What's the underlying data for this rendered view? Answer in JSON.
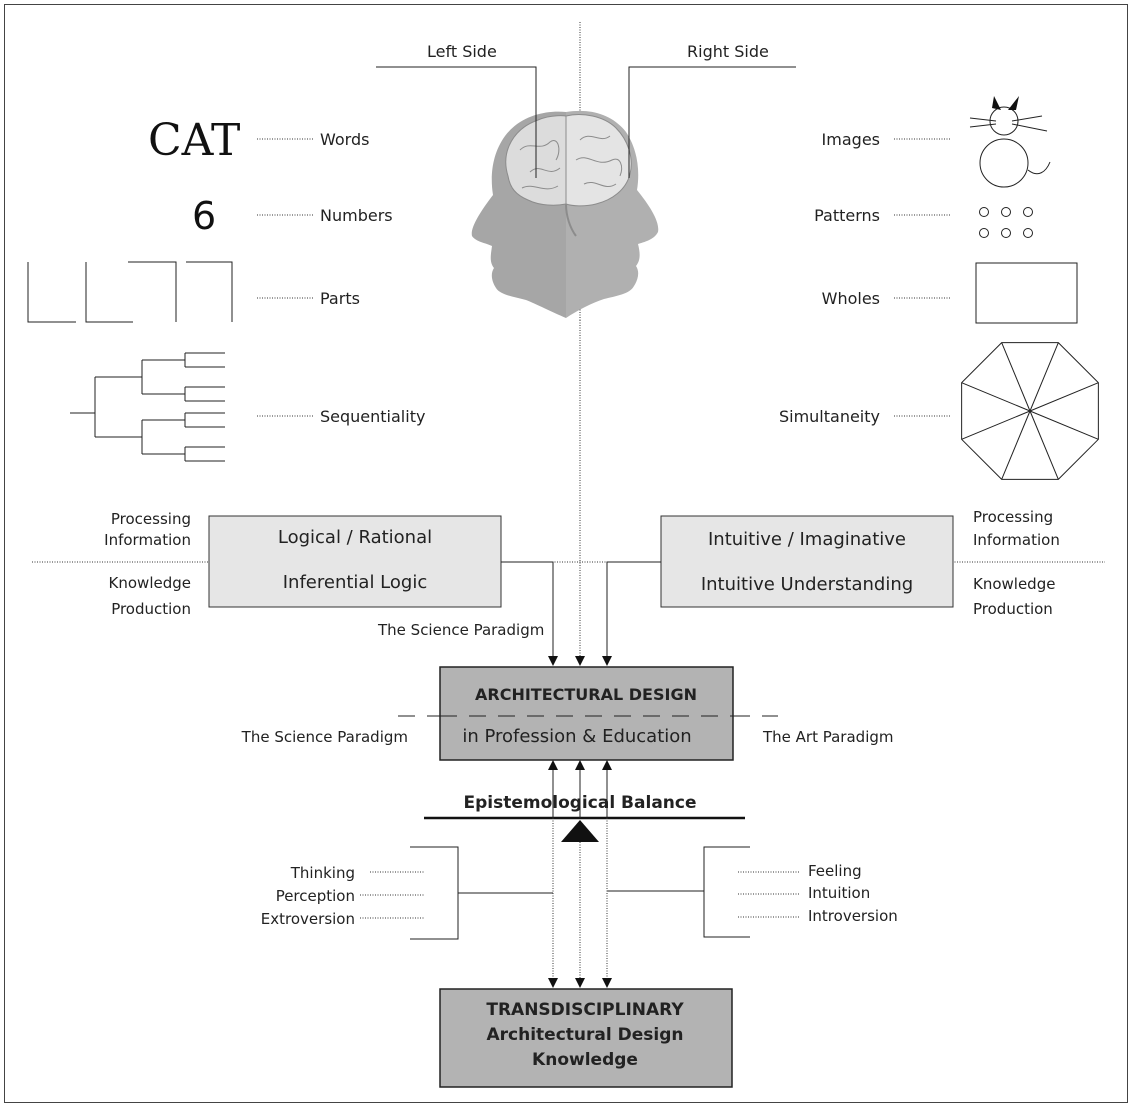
{
  "brain": {
    "left_side": "Left Side",
    "right_side": "Right Side"
  },
  "left_items": {
    "cat_symbol": "CAT",
    "number_symbol": "6",
    "words": "Words",
    "numbers": "Numbers",
    "parts": "Parts",
    "sequentiality": "Sequentiality"
  },
  "right_items": {
    "images": "Images",
    "patterns": "Patterns",
    "wholes": "Wholes",
    "simultaneity": "Simultaneity"
  },
  "left_box": {
    "top": "Logical / Rational",
    "bottom": "Inferential Logic",
    "label_top_1": "Processing",
    "label_top_2": "Information",
    "label_bottom_1": "Knowledge",
    "label_bottom_2": "Production"
  },
  "right_box": {
    "top": "Intuitive / Imaginative",
    "bottom": "Intuitive Understanding",
    "label_top_1": "Processing",
    "label_top_2": "Information",
    "label_bottom_1": "Knowledge",
    "label_bottom_2": "Production"
  },
  "science_paradigm_upper": "The Science Paradigm",
  "center_box": {
    "line1": "ARCHITECTURAL DESIGN",
    "line2": "in Profession & Education"
  },
  "science_paradigm_left": "The Science Paradigm",
  "art_paradigm": "The Art Paradigm",
  "balance": "Epistemological Balance",
  "left_traits": [
    "Thinking",
    "Perception",
    "Extroversion"
  ],
  "right_traits": [
    "Feeling",
    "Intuition",
    "Introversion"
  ],
  "bottom_box": {
    "line1": "TRANSDISCIPLINARY",
    "line2": "Architectural Design",
    "line3": "Knowledge"
  },
  "colors": {
    "light_box": "#e6e6e6",
    "dark_box": "#b3b3b3",
    "head": "#a8a8a8",
    "brain": "#d9d9d9"
  }
}
